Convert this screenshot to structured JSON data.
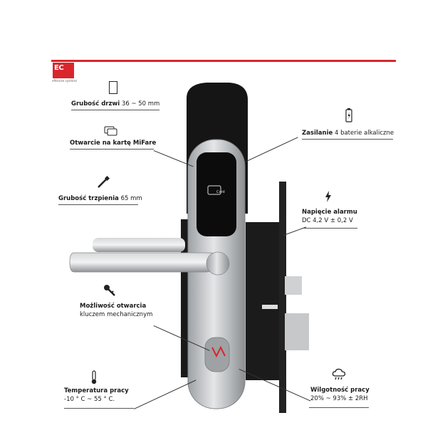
{
  "brand": {
    "logo_text": "EC",
    "logo_sub": "effective systems"
  },
  "features": {
    "door_thickness": {
      "label": "Grubość drzwi",
      "value": "36 ~ 50 mm"
    },
    "mifare": {
      "label": "Otwarcie na kartę MiFare",
      "value": ""
    },
    "spindle": {
      "label": "Grubość trzpienia",
      "value": "65 mm"
    },
    "key": {
      "label": "Możliwość otwarcia",
      "value": "kluczem mechanicznym"
    },
    "temperature": {
      "label": "Temperatura pracy",
      "value": "-10 ° C ~ 55 ° C."
    },
    "power": {
      "label": "Zasilanie",
      "value": "4 baterie alkaliczne"
    },
    "alarm": {
      "label": "Napięcie alarmu",
      "value": "DC 4,2 V ± 0,2 V"
    },
    "humidity": {
      "label": "Wilgotność pracy",
      "value": "20% ~ 93% ± 2RH"
    }
  },
  "device": {
    "card_label": "Card"
  },
  "colors": {
    "accent": "#d9262c",
    "steel": "#b9bcbf",
    "black_panel": "#111111"
  }
}
